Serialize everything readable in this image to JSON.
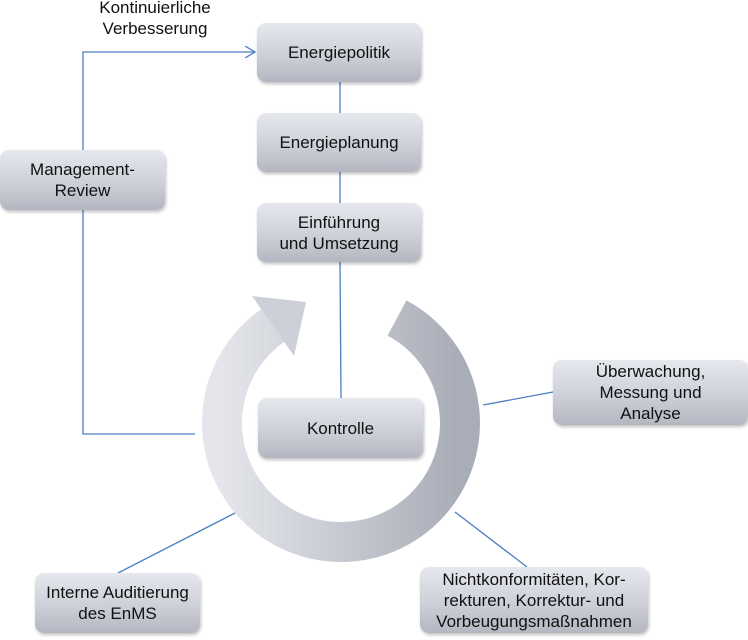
{
  "label_top": "Kontinuierliche\nVerbesserung",
  "boxes": {
    "policy": "Energiepolitik",
    "planning": "Energieplanung",
    "implementation": "Einführung\nund Umsetzung",
    "review": "Management-\nReview",
    "control": "Kontrolle",
    "monitoring": "Überwachung,\nMessung und\nAnalyse",
    "audit": "Interne Auditierung\ndes EnMS",
    "nonconformity": "Nichtkonformitäten, Kor-\nrekturen, Korrektur- und\nVorbeugungsmaßnahmen"
  },
  "colors": {
    "line": "#4a7fc1"
  }
}
